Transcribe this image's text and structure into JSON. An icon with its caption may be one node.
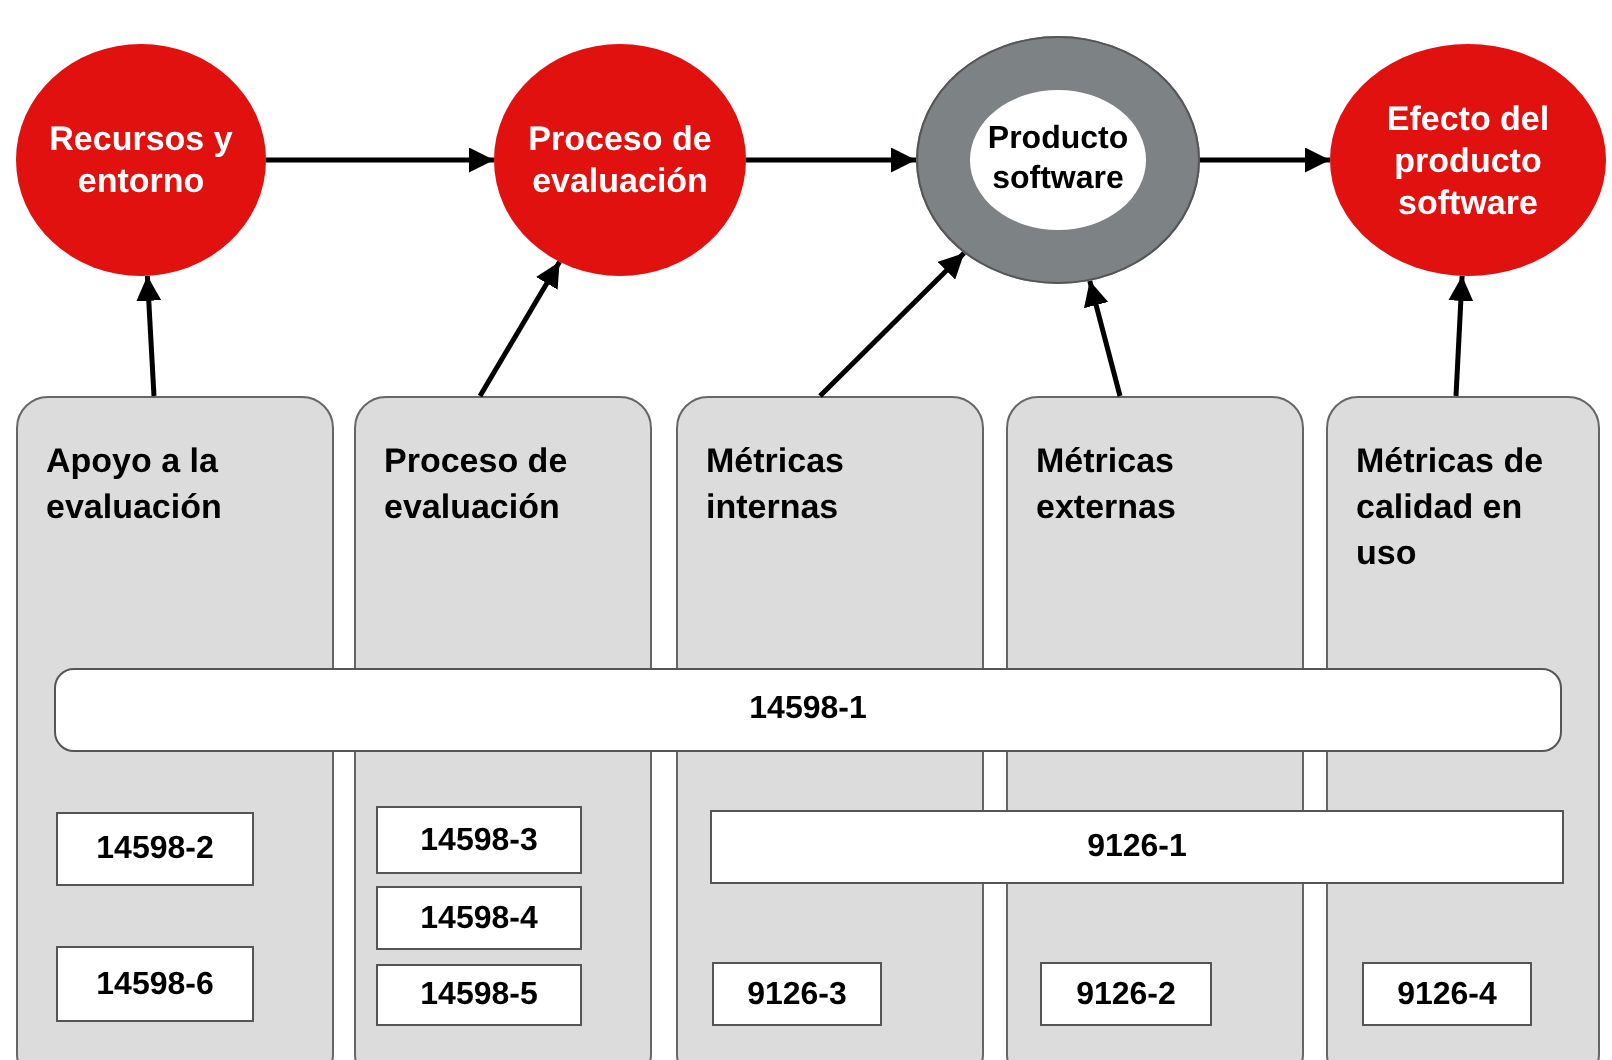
{
  "diagram": {
    "nodes": [
      {
        "text": [
          "Recursos y entorno"
        ]
      },
      {
        "text": [
          "Proceso de evaluación"
        ]
      },
      {
        "text": [
          "Producto software"
        ]
      },
      {
        "text": [
          "Efecto del producto software"
        ]
      },
      {
        "text": [
          "Apoyo a la evaluación"
        ]
      },
      {
        "text": [
          "Proceso de evaluación"
        ]
      },
      {
        "text": [
          "Métricas internas"
        ]
      },
      {
        "text": [
          "Métricas externas"
        ]
      },
      {
        "text": [
          "Métricas de calidad en uso"
        ]
      },
      {
        "text": [
          "14598-1"
        ]
      },
      {
        "text": [
          "14598-2"
        ],
        "in": 4
      },
      {
        "text": [
          "14598-6"
        ],
        "in": 4
      },
      {
        "text": [
          "14598-3"
        ],
        "in": 5
      },
      {
        "text": [
          "14598-4"
        ],
        "in": 5
      },
      {
        "text": [
          "14598-5"
        ],
        "in": 5
      },
      {
        "text": [
          "9126-1"
        ]
      },
      {
        "text": [
          "9126-3"
        ],
        "in": 6
      },
      {
        "text": [
          "9126-2"
        ],
        "in": 7
      },
      {
        "text": [
          "9126-4"
        ],
        "in": 8
      }
    ],
    "edges": [
      {
        "from": 0,
        "to": 1,
        "arrow": "to"
      },
      {
        "from": 1,
        "to": 2,
        "arrow": "to"
      },
      {
        "from": 2,
        "to": 3,
        "arrow": "to"
      },
      {
        "from": 4,
        "to": 0,
        "arrow": "to"
      },
      {
        "from": 5,
        "to": 1,
        "arrow": "to"
      },
      {
        "from": 6,
        "to": 2,
        "arrow": "to"
      },
      {
        "from": 7,
        "to": 2,
        "arrow": "to"
      },
      {
        "from": 8,
        "to": 3,
        "arrow": "to"
      }
    ]
  }
}
